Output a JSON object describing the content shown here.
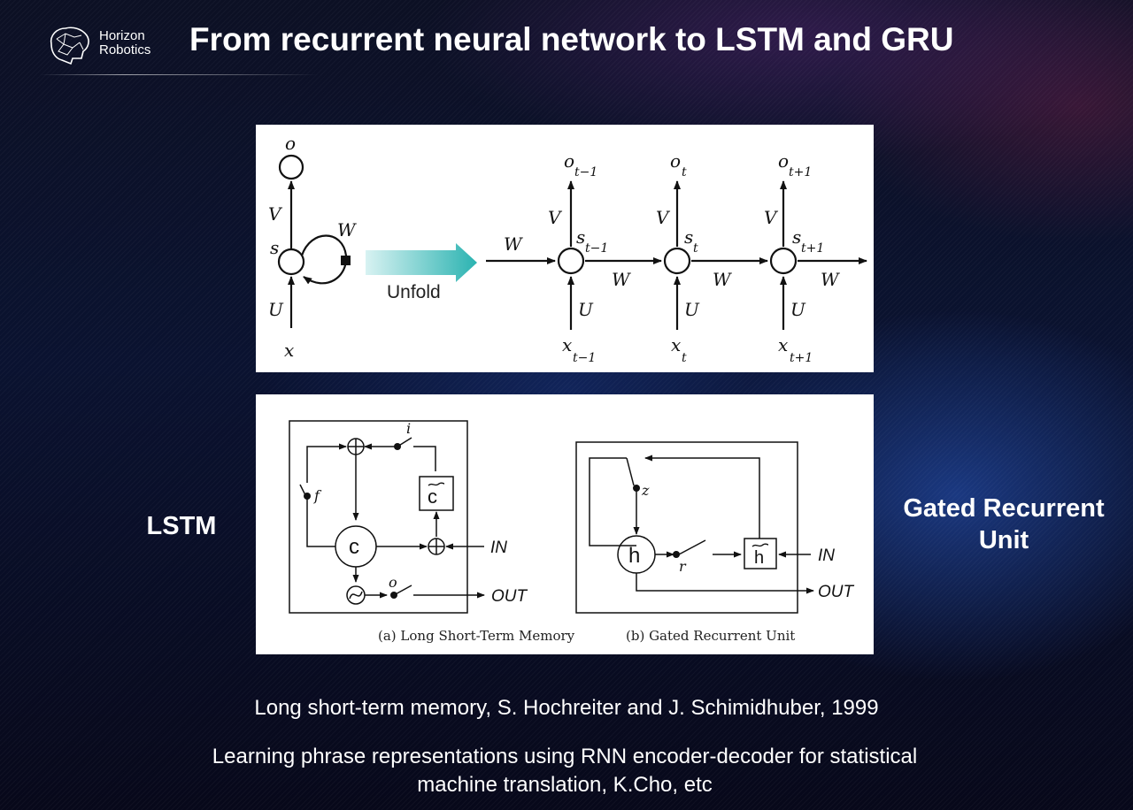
{
  "brand": {
    "name_line1": "Horizon",
    "name_line2": "Robotics",
    "logo_icon": "brain-network-icon"
  },
  "title": "From recurrent neural network to LSTM and GRU",
  "rnn_diagram": {
    "folded": {
      "output": "o",
      "state": "s",
      "input": "x",
      "V": "V",
      "U": "U",
      "W": "W"
    },
    "unfold_label": "Unfold",
    "unfolded": {
      "weight_labels": [
        "W",
        "W",
        "W",
        "W"
      ],
      "steps": [
        {
          "o": "o",
          "o_sub": "t−1",
          "s": "s",
          "s_sub": "t−1",
          "x": "x",
          "x_sub": "t−1",
          "V": "V",
          "U": "U"
        },
        {
          "o": "o",
          "o_sub": "t",
          "s": "s",
          "s_sub": "t",
          "x": "x",
          "x_sub": "t",
          "V": "V",
          "U": "U"
        },
        {
          "o": "o",
          "o_sub": "t+1",
          "s": "s",
          "s_sub": "t+1",
          "x": "x",
          "x_sub": "t+1",
          "V": "V",
          "U": "U"
        }
      ]
    }
  },
  "gates_diagram": {
    "lstm": {
      "f": "f",
      "i": "i",
      "o": "o",
      "c": "c",
      "c_tilde": "c",
      "in": "IN",
      "out": "OUT",
      "caption": "(a) Long Short-Term Memory"
    },
    "gru": {
      "z": "z",
      "r": "r",
      "h": "h",
      "h_tilde": "h",
      "in": "IN",
      "out": "OUT",
      "caption": "(b) Gated Recurrent Unit"
    }
  },
  "side_labels": {
    "left": "LSTM",
    "right_line1": "Gated Recurrent",
    "right_line2": "Unit"
  },
  "references": [
    "Long short-term memory, S. Hochreiter and J. Schimidhuber, 1999",
    "Learning phrase representations using RNN encoder-decoder for statistical",
    "machine translation, K.Cho, etc"
  ]
}
